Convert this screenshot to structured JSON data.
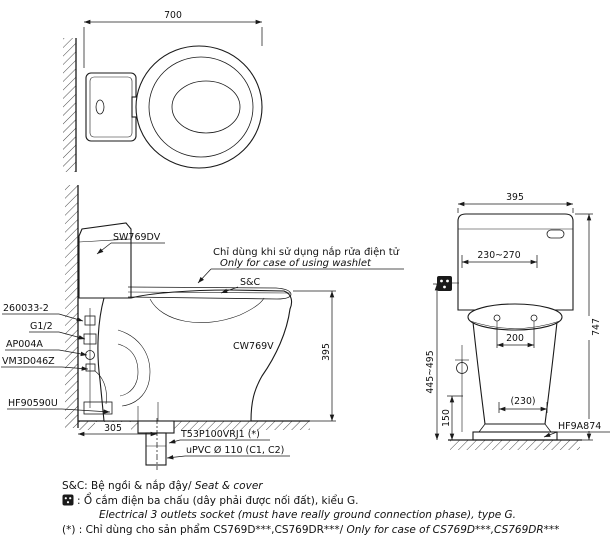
{
  "drawing": {
    "dim_700": "700",
    "dim_395_side": "395",
    "dim_305": "305",
    "dim_395_front": "395",
    "dim_230_270": "230~270",
    "dim_747": "747",
    "dim_445_495": "445~495",
    "dim_200": "200",
    "dim_150": "150",
    "dim_230p": "(230)",
    "label_tank": "SW769DV",
    "label_260033": "260033-2",
    "label_g12": "G1/2",
    "label_ap004a": "AP004A",
    "label_vm3d046z": "VM3D046Z",
    "label_hf90590u": "HF90590U",
    "label_sc": "S&C",
    "label_bowl": "CW769V",
    "label_t53p": "T53P100VRJ1 (*)",
    "label_upvc": "uPVC Ø 110 (C1, C2)",
    "label_hf9a874": "HF9A874",
    "callout_vi": "Chỉ dùng khi sử dụng nắp rửa điện tử",
    "callout_en": "Only for case of using washlet"
  },
  "notes": {
    "sc_vi": "S&C: Bệ ngồi & nắp đậy/ ",
    "sc_en": "Seat & cover",
    "socket_vi": ": Ổ cắm điện ba chấu (dây phải được nối đất), kiểu G.",
    "socket_en": "Electrical 3 outlets socket (must have really ground connection phase), type G.",
    "star_vi": "(*) : Chỉ dùng cho sản phẩm CS769D***,CS769DR***/ ",
    "star_en": "Only for case of CS769D***,CS769DR***"
  },
  "colors": {
    "line": "#1a1a1a",
    "background": "#ffffff"
  }
}
